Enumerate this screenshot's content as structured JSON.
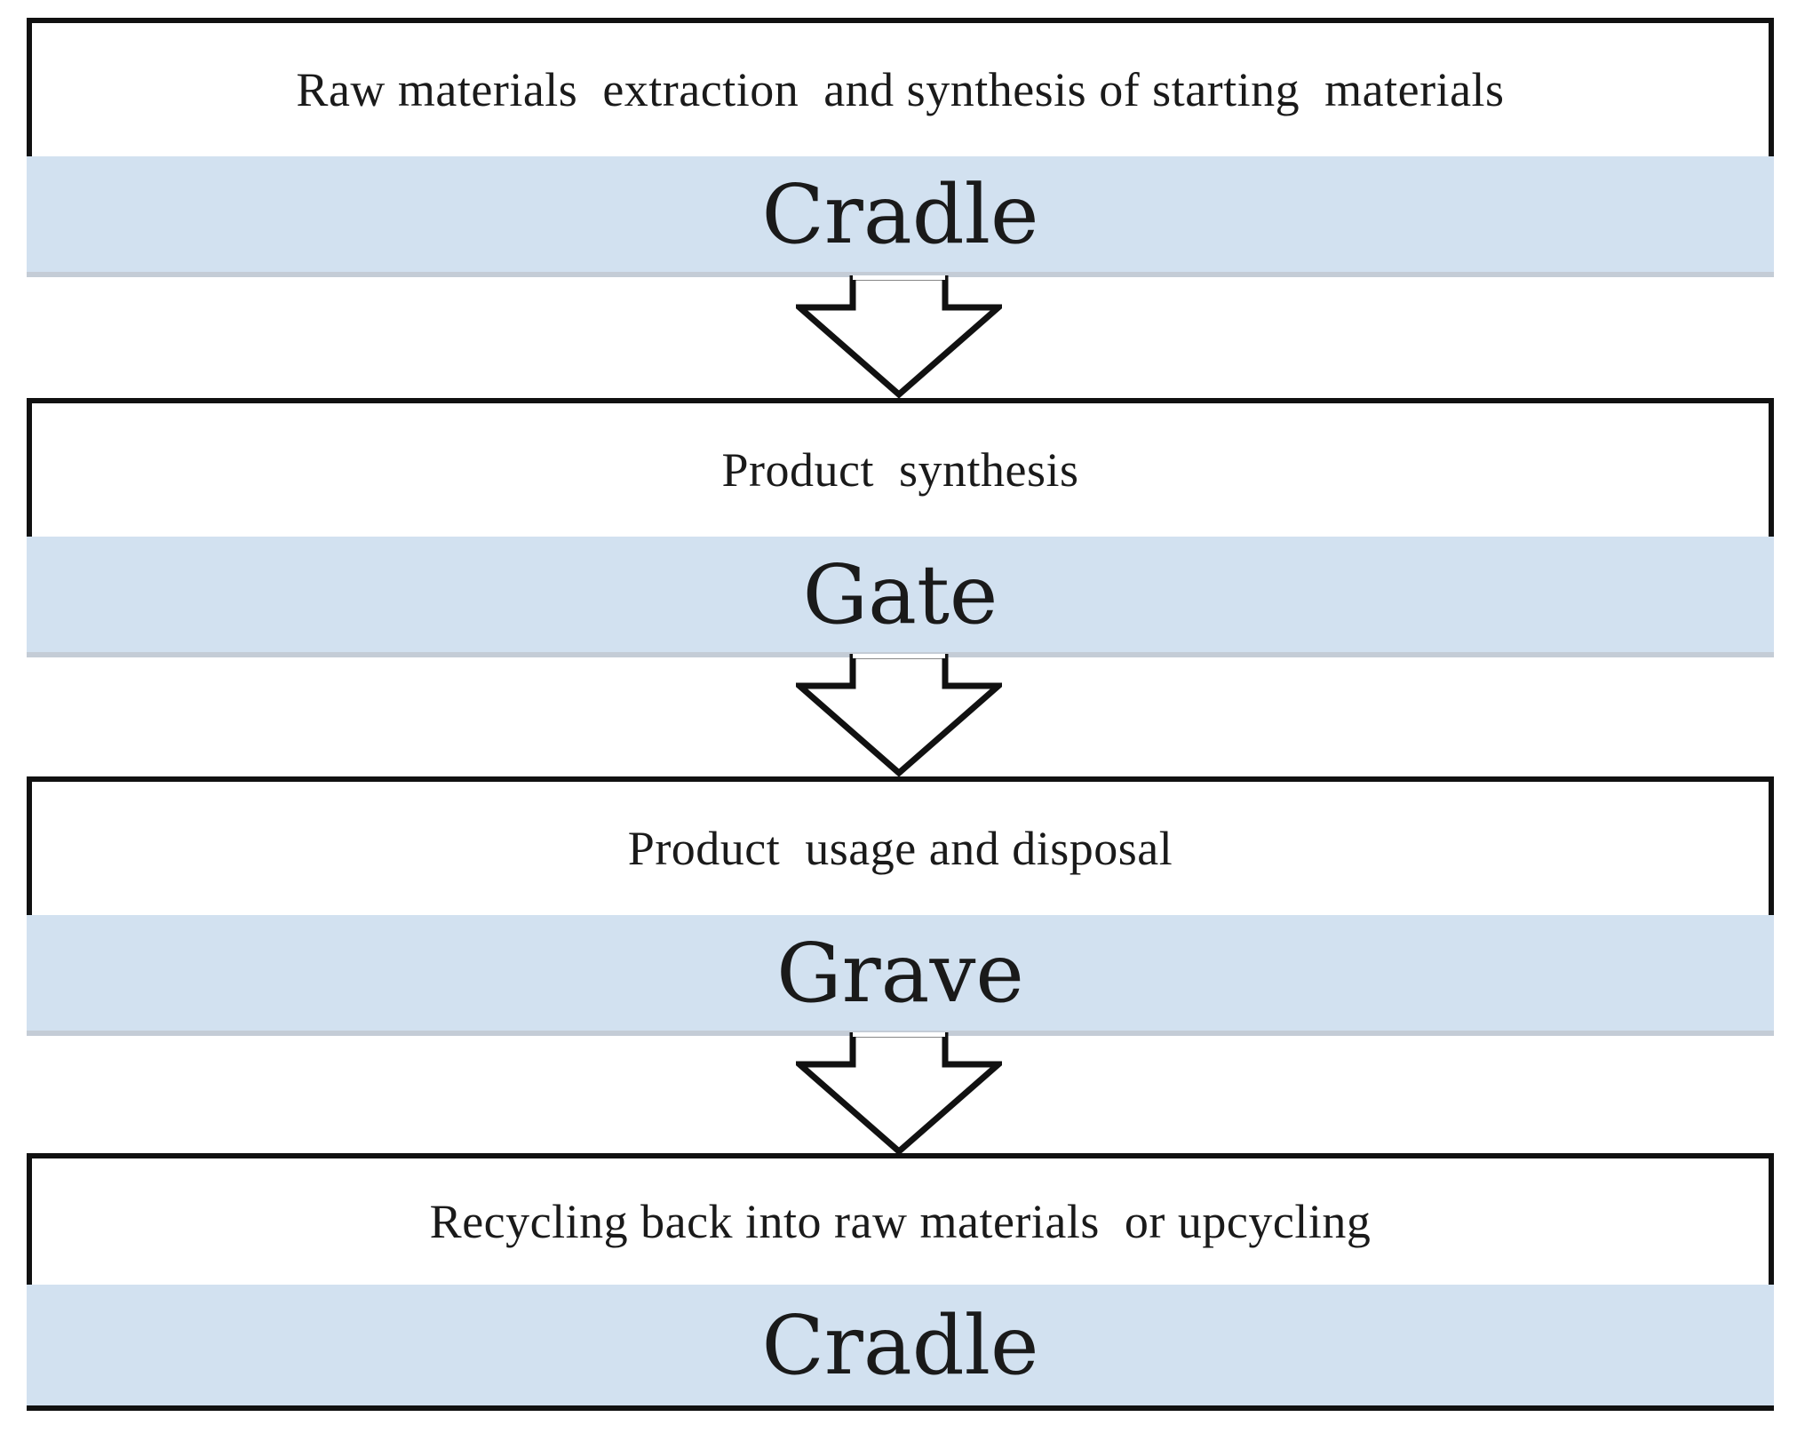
{
  "stages": [
    {
      "description": "Raw materials  extraction  and synthesis of starting  materials",
      "phase": "Cradle"
    },
    {
      "description": "Product  synthesis",
      "phase": "Gate"
    },
    {
      "description": "Product  usage and disposal",
      "phase": "Grave"
    },
    {
      "description": "Recycling back into raw materials  or upcycling",
      "phase": "Cradle"
    }
  ],
  "colors": {
    "band": "#d2e1f0",
    "border": "#111111"
  },
  "icons": [
    "down-arrow-icon"
  ]
}
